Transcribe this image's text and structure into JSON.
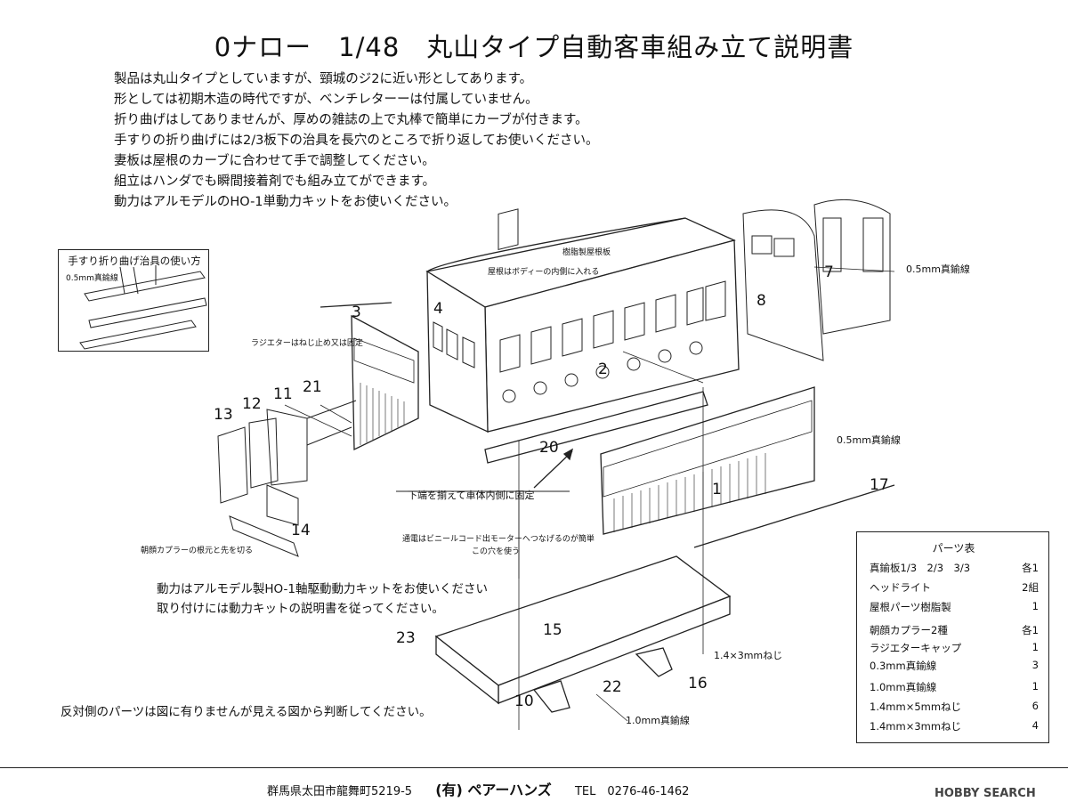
{
  "title": "0ナロー　1/48　丸山タイプ自動客車組み立て説明書",
  "notes": [
    "製品は丸山タイプとしていますが、頸城のジ2に近い形としてあります。",
    "形としては初期木造の時代ですが、ベンチレターーは付属していません。",
    "折り曲げはしてありませんが、厚めの雑誌の上で丸棒で簡単にカーブが付きます。",
    "手すりの折り曲げには2/3板下の治具を長穴のところで折り返してお使いください。",
    "妻板は屋根のカーブに合わせて手で調整してください。",
    "組立はハンダでも瞬間接着剤でも組み立てができます。",
    "動力はアルモデルのHO-1単動力キットをお使いください。"
  ],
  "jig": {
    "title": "手すり折り曲げ治具の使い方",
    "wire_label": "0.5mm真鍮線"
  },
  "diagram": {
    "roof_label": "樹脂製屋根板",
    "roof_note": "屋根はボディーの内側に入れる",
    "radiator_note": "ラジエターはねじ止め又は固定",
    "wire_right_top": "0.5mm真鍮線",
    "wire_right_mid": "0.5mm真鍮線",
    "fix_note": "下端を揃えて車体内側に固定",
    "wiring_note": "通電はビニールコード出モーターへつなげるのが簡単",
    "hole_note": "この穴を使う",
    "coupler_note": "朝顔カプラーの根元と先を切る",
    "screw_label": "1.4×3mmねじ",
    "wire_bottom": "1.0mm真鍮線",
    "power_note_1": "動力はアルモデル製HO-1軸駆動動力キットをお使いください",
    "power_note_2": "取り付けには動力キットの説明書を従ってください。",
    "opposite_note": "反対側のパーツは図に有りませんが見える図から判断してください。",
    "numbers": [
      "1",
      "2",
      "3",
      "4",
      "7",
      "8",
      "10",
      "11",
      "12",
      "13",
      "14",
      "15",
      "16",
      "17",
      "20",
      "21",
      "22",
      "23"
    ]
  },
  "parts_table": {
    "title": "パーツ表",
    "rows": [
      {
        "name": "真鍮板1/3　2/3　3/3",
        "qty": "各1"
      },
      {
        "name": "ヘッドライト",
        "qty": "2組"
      },
      {
        "name": "屋根パーツ樹脂製",
        "qty": "1"
      },
      {
        "name": "朝顔カプラー2種",
        "qty": "各1"
      },
      {
        "name": "ラジエターキャップ",
        "qty": "1"
      },
      {
        "name": "0.3mm真鍮線",
        "qty": "3"
      },
      {
        "name": "1.0mm真鍮線",
        "qty": "1"
      },
      {
        "name": "1.4mm×5mmねじ",
        "qty": "6"
      },
      {
        "name": "1.4mm×3mmねじ",
        "qty": "4"
      }
    ]
  },
  "footer": {
    "address": "群馬県太田市龍舞町5219-5",
    "company": "(有) ペアーハンズ",
    "tel": "TEL　0276-46-1462"
  },
  "watermark": "HOBBY SEARCH"
}
